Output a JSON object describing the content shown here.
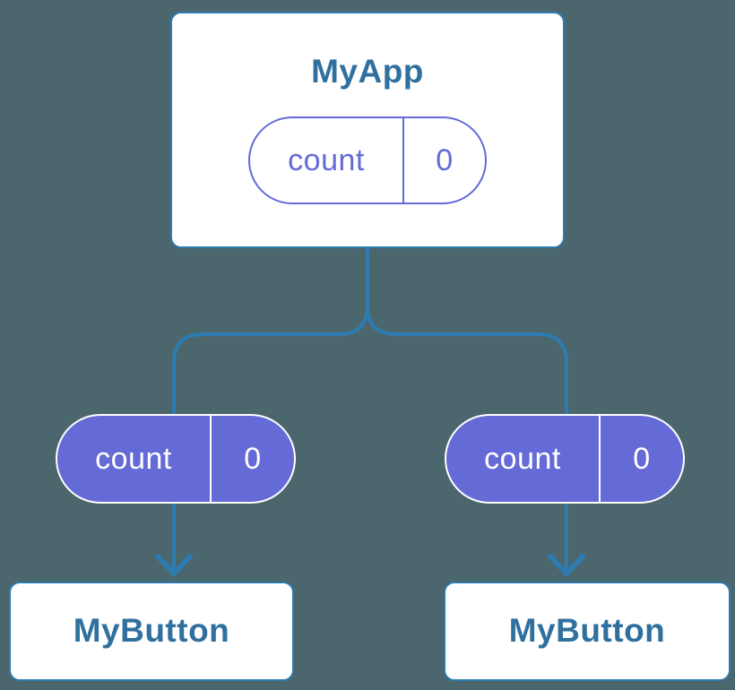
{
  "colors": {
    "background": "#4B666D",
    "card_background": "#FFFFFF",
    "card_border_blue": "#2E7BB0",
    "node_label_blue": "#30709E",
    "edge_blue": "#2E7BB0",
    "state_purple": "#646AD6",
    "pill_text_on_purple": "#FFFFFF"
  },
  "diagram": {
    "root": {
      "label": "MyApp",
      "state": {
        "name": "count",
        "value": "0"
      }
    },
    "children": [
      {
        "label": "MyButton",
        "prop": {
          "name": "count",
          "value": "0"
        }
      },
      {
        "label": "MyButton",
        "prop": {
          "name": "count",
          "value": "0"
        }
      }
    ]
  }
}
